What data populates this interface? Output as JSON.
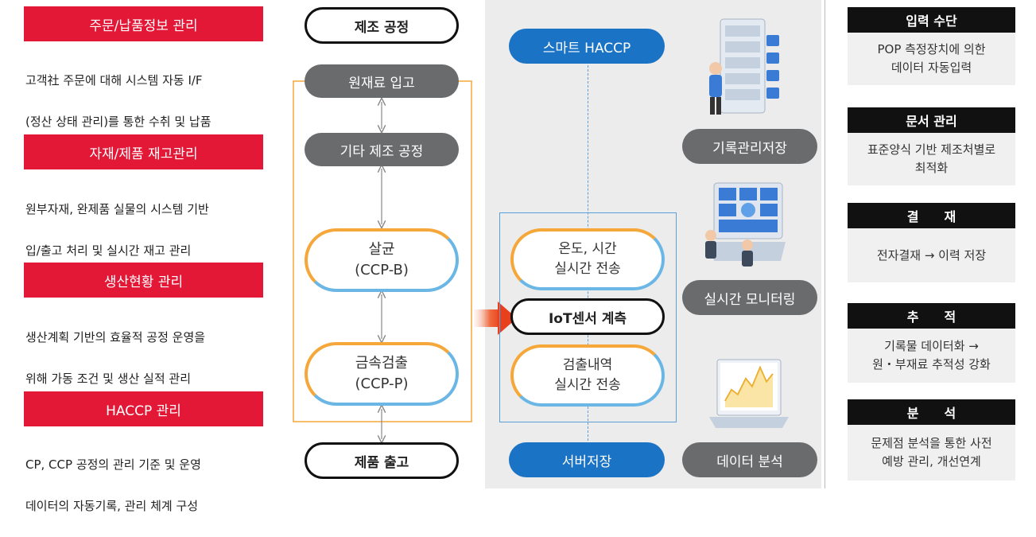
{
  "management": [
    {
      "title": "주문/납품정보 관리",
      "lines": [
        "고객社 주문에 대해 시스템 자동 I/F",
        "(정산 상태 관리)를 통한 수취 및 납품"
      ]
    },
    {
      "title": "자재/제품 재고관리",
      "lines": [
        "원부자재, 완제품 실물의 시스템 기반",
        "입/출고 처리 및 실시간 재고 관리"
      ]
    },
    {
      "title": "생산현황 관리",
      "lines": [
        "생산계획 기반의 효율적 공정 운영을",
        "위해 가동 조건 및 생산 실적 관리"
      ]
    },
    {
      "title": "HACCP 관리",
      "lines": [
        "CP, CCP 공정의 관리 기준 및 운영",
        "데이터의 자동기록, 관리 체계 구성"
      ]
    }
  ],
  "process": {
    "header": "제조 공정",
    "steps": [
      "원재료 입고",
      "기타 제조 공정"
    ],
    "ccp1": [
      "살균",
      "(CCP-B)"
    ],
    "ccp2": [
      "금속검출",
      "(CCP-P)"
    ],
    "footer": "제품 출고"
  },
  "haccp": {
    "top": "스마트 HACCP",
    "iot_top": [
      "온도, 시간",
      "실시간 전송"
    ],
    "iot_label": "IoT센서 계측",
    "iot_bottom": [
      "검출내역",
      "실시간 전송"
    ],
    "bottom": "서버저장",
    "functions": [
      "기록관리저장",
      "실시간 모니터링",
      "데이터 분석"
    ]
  },
  "features": [
    {
      "title": "입력 수단",
      "lines": [
        "POP 측정장치에 의한",
        "데이터 자동입력"
      ]
    },
    {
      "title": "문서 관리",
      "lines": [
        "표준양식 기반 제조처별로",
        "최적화"
      ]
    },
    {
      "title": "결　　재",
      "lines": [
        "전자결재 → 이력 저장"
      ]
    },
    {
      "title": "추　　적",
      "lines": [
        "기록물 데이터화 →",
        "원・부재료 추적성 강화"
      ]
    },
    {
      "title": "분　　석",
      "lines": [
        "문제점 분석을 통한 사전",
        "예방 관리, 개선연계"
      ]
    }
  ],
  "colors": {
    "red": "#e31837",
    "blue": "#1a73c5",
    "grey": "#6a6b6d",
    "orange": "#f5a73a",
    "lightblue": "#6ab7e6"
  }
}
